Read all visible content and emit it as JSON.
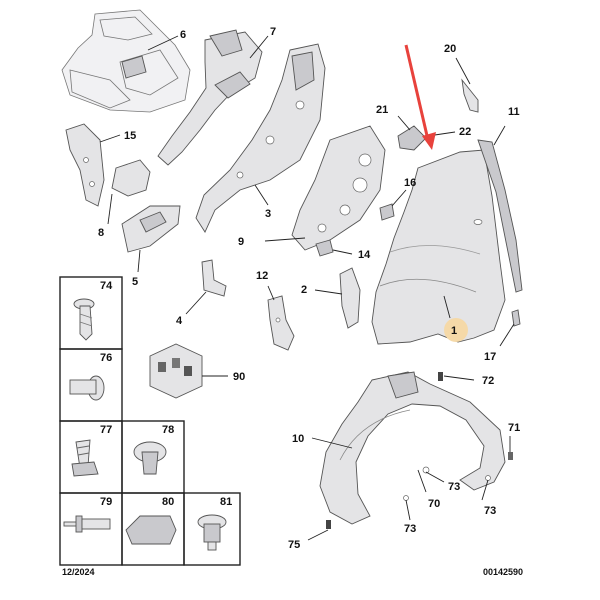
{
  "diagram": {
    "callouts": {
      "p1": "1",
      "p2": "2",
      "p3": "3",
      "p4": "4",
      "p5": "5",
      "p6": "6",
      "p7": "7",
      "p8": "8",
      "p9": "9",
      "p10": "10",
      "p11": "11",
      "p12": "12",
      "p14": "14",
      "p15": "15",
      "p16": "16",
      "p17": "17",
      "p20": "20",
      "p21": "21",
      "p22": "22",
      "p71": "71",
      "p72": "72",
      "p73a": "73",
      "p73b": "73",
      "p73c": "73",
      "p74": "74",
      "p75": "75",
      "p76": "76",
      "p77": "77",
      "p78": "78",
      "p79": "79",
      "p80": "80",
      "p81": "81",
      "p90": "90"
    },
    "highlight_color": "#f5d9a8",
    "arrow_color": "#e8423c"
  },
  "footer": {
    "date": "12/2024",
    "reference": "00142590"
  }
}
